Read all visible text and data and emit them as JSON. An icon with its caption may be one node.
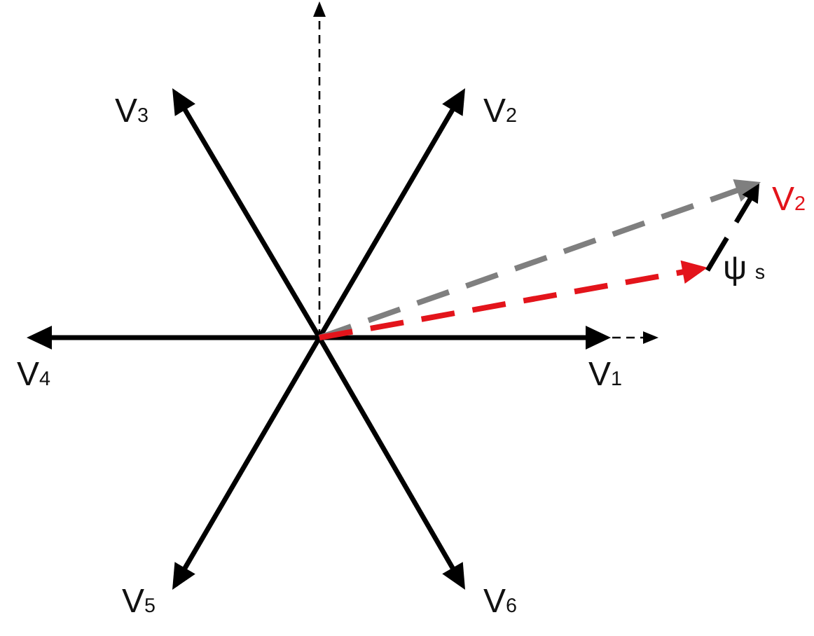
{
  "diagram": {
    "labels": [
      "V$_{3}$",
      "V$_{2}$",
      "V$_{2}$",
      "ψ$_{s}$",
      "V$_{4}$",
      "V$_{1}$",
      "V$_{5}$",
      "V$_{6}$"
    ]
  }
}
